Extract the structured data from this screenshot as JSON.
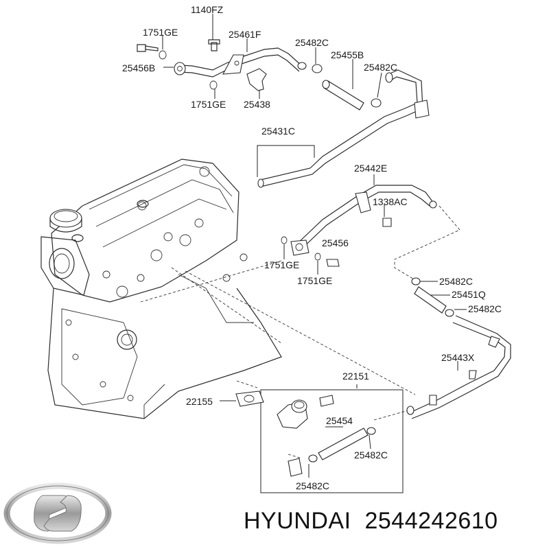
{
  "callouts": [
    {
      "id": "c1140FZ",
      "text": "1140FZ"
    },
    {
      "id": "c1751GE_a",
      "text": "1751GE"
    },
    {
      "id": "c25461F",
      "text": "25461F"
    },
    {
      "id": "c25456B",
      "text": "25456B"
    },
    {
      "id": "c25482C_a",
      "text": "25482C"
    },
    {
      "id": "c25455B",
      "text": "25455B"
    },
    {
      "id": "c25482C_b",
      "text": "25482C"
    },
    {
      "id": "c1751GE_b",
      "text": "1751GE"
    },
    {
      "id": "c25438",
      "text": "25438"
    },
    {
      "id": "c25431C",
      "text": "25431C"
    },
    {
      "id": "c25442E",
      "text": "25442E"
    },
    {
      "id": "c1338AC",
      "text": "1338AC"
    },
    {
      "id": "c25456",
      "text": "25456"
    },
    {
      "id": "c1751GE_c",
      "text": "1751GE"
    },
    {
      "id": "c1751GE_d",
      "text": "1751GE"
    },
    {
      "id": "c25482C_c",
      "text": "25482C"
    },
    {
      "id": "c25451Q",
      "text": "25451Q"
    },
    {
      "id": "c25482C_d",
      "text": "25482C"
    },
    {
      "id": "c25443X",
      "text": "25443X"
    },
    {
      "id": "c22151",
      "text": "22151"
    },
    {
      "id": "c22155",
      "text": "22155"
    },
    {
      "id": "c25454",
      "text": "25454"
    },
    {
      "id": "c25482C_e",
      "text": "25482C"
    },
    {
      "id": "c25482C_f",
      "text": "25482C"
    }
  ],
  "footer": {
    "brand": "HYUNDAI",
    "part_number": "2544242610",
    "logo_icon": "hyundai-logo-icon"
  }
}
